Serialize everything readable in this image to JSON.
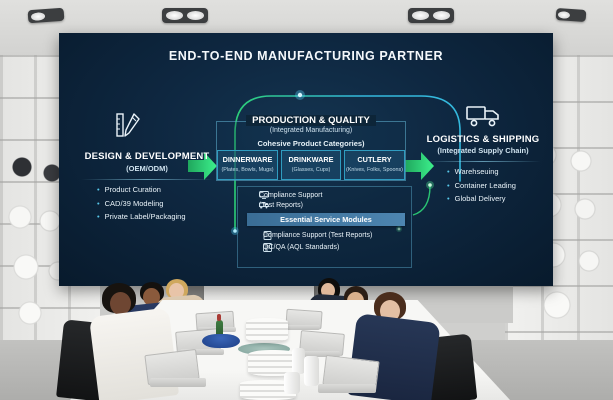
{
  "slide": {
    "title": "END-TO-END MANUFACTURING PARTNER",
    "design": {
      "heading": "DESIGN & DEVELOPMENT",
      "subheading": "(OEM/ODM)",
      "icon": "pencil-ruler-icon",
      "bullets": [
        "Product Curation",
        "CAD/39 Modeling",
        "Private Label/Packaging"
      ]
    },
    "production": {
      "heading": "PRODUCTION & QUALITY",
      "subheading": "(Integrated Manufacturing)",
      "categories_label": "Cohesive Product Categories)",
      "categories": [
        {
          "name": "DINNERWARE",
          "sub": "(Plates, Bowls, Mugs)"
        },
        {
          "name": "DRINKWARE",
          "sub": "(Glasses, Cups)"
        },
        {
          "name": "CUTLERY",
          "sub": "(Knives, Folks, Spoons)"
        }
      ]
    },
    "services": {
      "item1_line1": "Compliance Support",
      "item1_line2": "(Test Reports)",
      "bar_label": "Essential Service Modules",
      "item2": "Compliance Support (Test Reports)",
      "item3": "QC/QA (AQL Standards)"
    },
    "logistics": {
      "heading": "LOGISTICS & SHIPPING",
      "subheading": "(Integrated Supply Chain)",
      "icon": "truck-icon",
      "bullets": [
        "Warehseuing",
        "Container Leading",
        "Global Delivery"
      ]
    },
    "colors": {
      "slide_bg": "#0d2538",
      "accent_green": "#2fe07c",
      "accent_cyan": "#38c9ee",
      "module_bar": "#44799f"
    }
  }
}
